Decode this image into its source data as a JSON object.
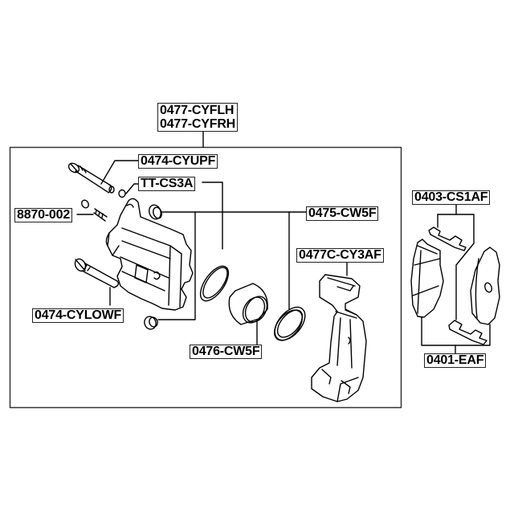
{
  "diagram": {
    "title_labels": [
      "0477-CYFLH",
      "0477-CYFRH"
    ],
    "parts": [
      {
        "id": "caliper-bolt-upper",
        "label": "0474-CYUPF"
      },
      {
        "id": "bolt-cap",
        "label": "TT-CS3A"
      },
      {
        "id": "bleeder-screw",
        "label": "8870-002"
      },
      {
        "id": "boot-set",
        "label": "0475-CW5F"
      },
      {
        "id": "caliper-bracket",
        "label": "0477C-CY3AF"
      },
      {
        "id": "caliper-bolt-lower",
        "label": "0474-CYLOWF"
      },
      {
        "id": "piston",
        "label": "0476-CW5F"
      },
      {
        "id": "pad-clip-upper",
        "label": "0403-CS1AF"
      },
      {
        "id": "brake-pads",
        "label": "0401-EAF"
      }
    ],
    "colors": {
      "line": "#000000",
      "frame": "#333333",
      "background": "#ffffff"
    }
  }
}
